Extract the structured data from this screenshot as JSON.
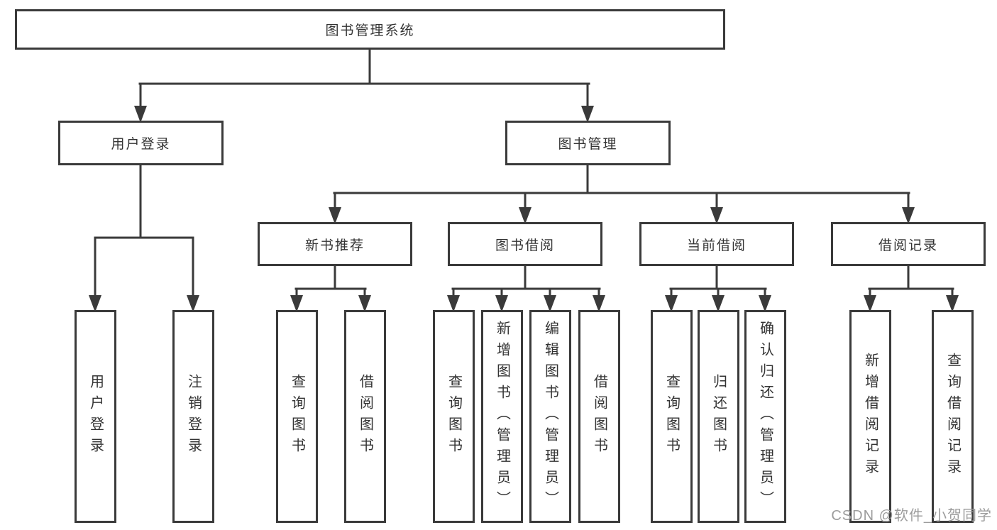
{
  "colors": {
    "line": "#3a3a3a",
    "box_border": "#3a3a3a",
    "text": "#333333",
    "watermark": "#9c9c9c",
    "background": "#ffffff"
  },
  "watermark": {
    "text": "CSDN @软件_小贺同学"
  },
  "tree": {
    "root": {
      "label": "图书管理系统"
    },
    "children": [
      {
        "label": "用户登录",
        "children": [
          {
            "label": "用户登录"
          },
          {
            "label": "注销登录"
          }
        ]
      },
      {
        "label": "图书管理",
        "children": [
          {
            "label": "新书推荐",
            "children": [
              {
                "label": "查询图书"
              },
              {
                "label": "借阅图书"
              }
            ]
          },
          {
            "label": "图书借阅",
            "children": [
              {
                "label": "查询图书"
              },
              {
                "label": "新增图书（管理员）"
              },
              {
                "label": "编辑图书（管理员）"
              },
              {
                "label": "借阅图书"
              }
            ]
          },
          {
            "label": "当前借阅",
            "children": [
              {
                "label": "查询图书"
              },
              {
                "label": "归还图书"
              },
              {
                "label": "确认归还（管理员）"
              }
            ]
          },
          {
            "label": "借阅记录",
            "children": [
              {
                "label": "新增借阅记录"
              },
              {
                "label": "查询借阅记录"
              }
            ]
          }
        ]
      }
    ]
  }
}
